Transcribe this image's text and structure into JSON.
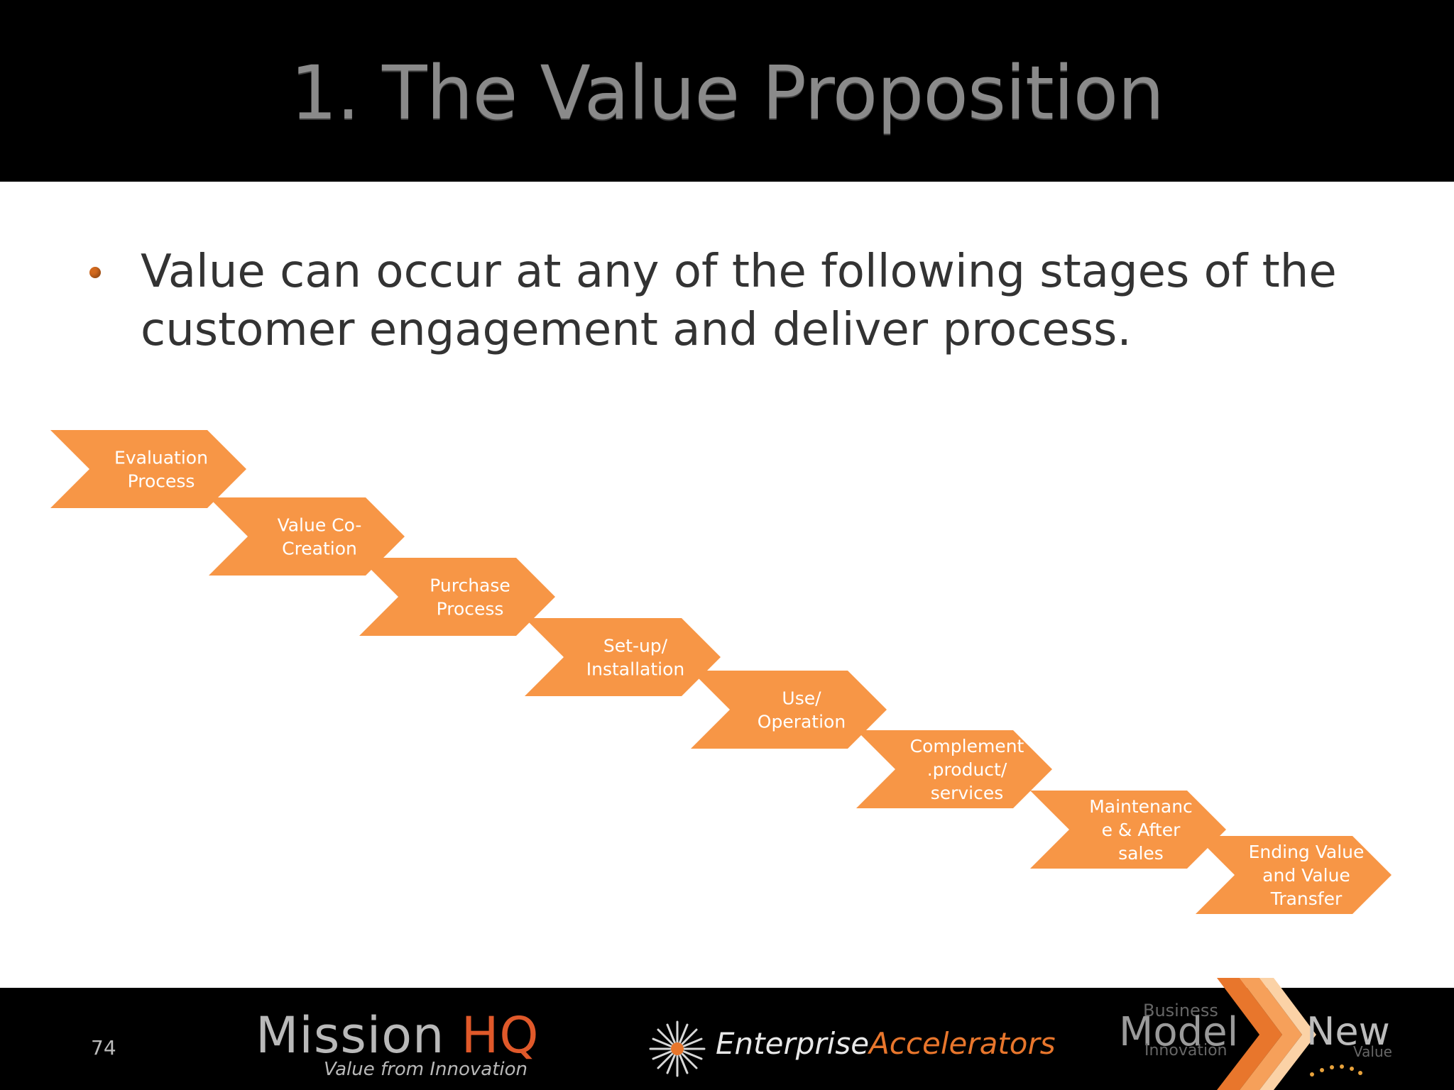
{
  "slide": {
    "title": "1. The Value Proposition",
    "bullet": "Value can occur at any of the following stages of the customer engagement and deliver process.",
    "page_number": "74"
  },
  "colors": {
    "header_bg": "#000000",
    "title_text": "#8a8a8a",
    "chevron_fill": "#f79646",
    "bullet_dot": "#d2691e",
    "body_text": "#333333",
    "mission_hq_accent": "#e0592a",
    "ea_accent": "#e8762c"
  },
  "process": {
    "steps": [
      {
        "lines": [
          "Evaluation",
          "Process"
        ]
      },
      {
        "lines": [
          "Value Co-",
          "Creation"
        ]
      },
      {
        "lines": [
          "Purchase",
          "Process"
        ]
      },
      {
        "lines": [
          "Set-up/",
          "Installation"
        ]
      },
      {
        "lines": [
          "Use/",
          "Operation"
        ]
      },
      {
        "lines": [
          "Complement",
          ".product/",
          "services"
        ]
      },
      {
        "lines": [
          "Maintenanc",
          "e & After",
          "sales"
        ]
      },
      {
        "lines": [
          "Ending Value",
          "and Value",
          "Transfer"
        ]
      }
    ]
  },
  "footer": {
    "mission_word": "Mission",
    "mission_hq": "HQ",
    "mission_tagline": "Value from Innovation",
    "ea_part1": "Enterprise",
    "ea_part2": "Accelerators",
    "bmi_business": "Business",
    "bmi_model": "Model",
    "bmi_innovation": "Innovation",
    "bmi_new": "New",
    "bmi_value": "Value"
  }
}
